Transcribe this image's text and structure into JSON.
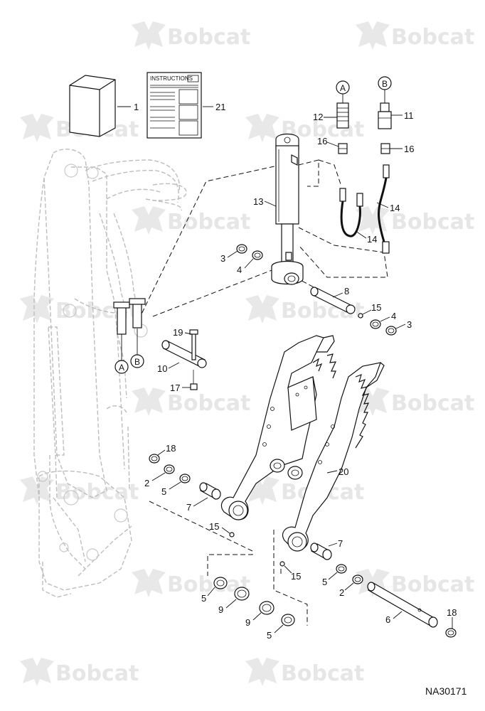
{
  "watermark": {
    "text": "Bobcat"
  },
  "figure_code": "NA30171",
  "instructions_title": "INSTRUCTIONS",
  "connectors": {
    "a": "A",
    "b": "B"
  },
  "callouts": {
    "c1": "1",
    "c2": "2",
    "c3": "3",
    "c4": "4",
    "c5": "5",
    "c6": "6",
    "c7": "7",
    "c8": "8",
    "c9": "9",
    "c10": "10",
    "c11": "11",
    "c12": "12",
    "c13": "13",
    "c14": "14",
    "c15": "15",
    "c16": "16",
    "c17": "17",
    "c18": "18",
    "c19": "19",
    "c20": "20",
    "c21": "21"
  }
}
